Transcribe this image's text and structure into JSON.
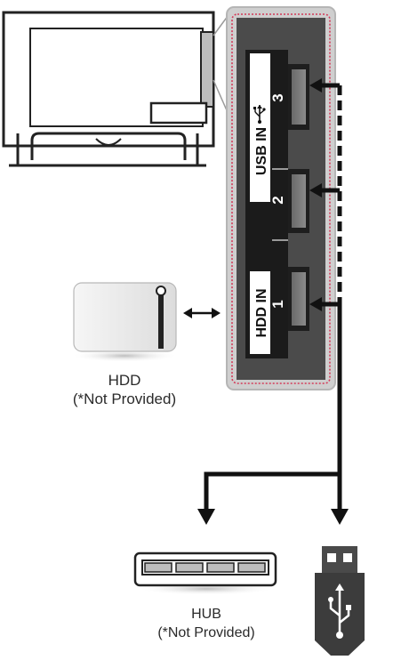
{
  "panel": {
    "usb_label": "USB IN",
    "hdd_label": "HDD IN",
    "port_numbers": [
      "3",
      "2",
      "1"
    ]
  },
  "hdd": {
    "name": "HDD",
    "note": "(*Not Provided)"
  },
  "hub": {
    "name": "HUB",
    "note": "(*Not Provided)"
  },
  "colors": {
    "panel_bg": "#4a4a4a",
    "frame": "#c9c9c9",
    "dotted_border": "#d43a58",
    "label_strip": "#1b1b1b",
    "label_box": "#ffffff",
    "connector": "#111111"
  },
  "icons": [
    "tv-back-icon",
    "usb-symbol-icon",
    "hdd-drive-icon",
    "usb-hub-icon",
    "usb-stick-icon",
    "arrow-icon"
  ]
}
